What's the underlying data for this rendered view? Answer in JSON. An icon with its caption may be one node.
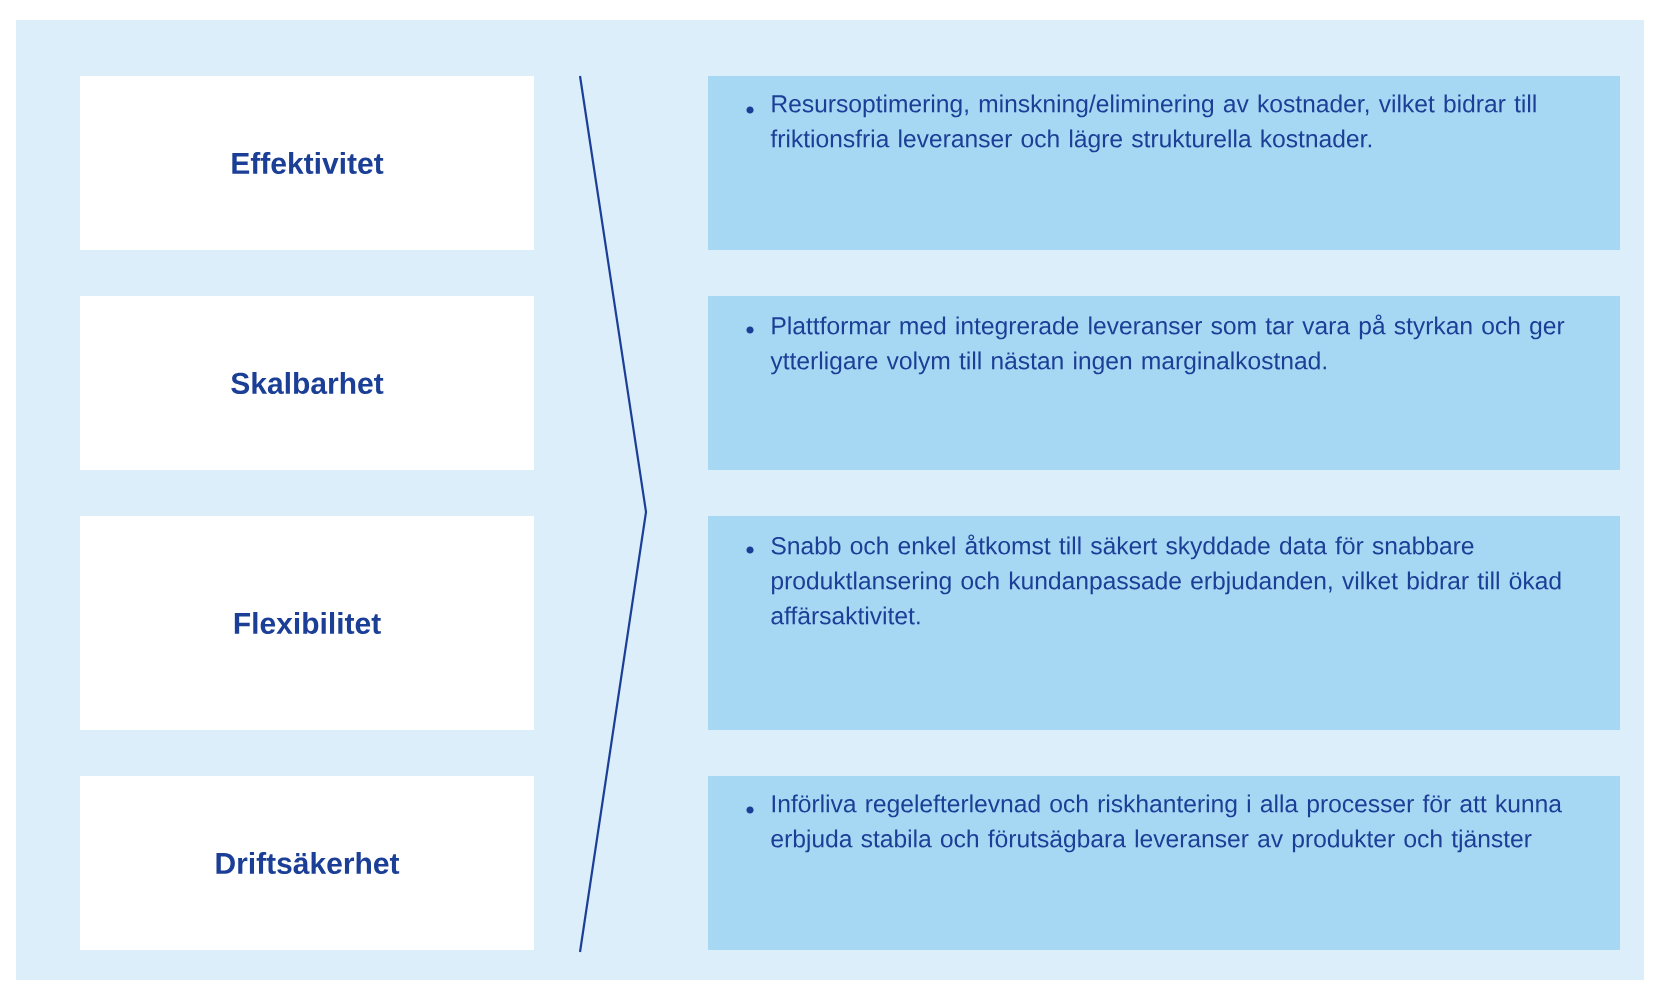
{
  "diagram": {
    "nodes": [
      {
        "text": [
          "Effektivitet"
        ]
      },
      {
        "text": [
          "Resursoptimering, minskning/eliminering av kostnader, vilket bidrar till friktionsfria leveranser och lägre strukturella kostnader."
        ]
      },
      {
        "text": [
          "Skalbarhet"
        ]
      },
      {
        "text": [
          "Plattformar med integrerade leveranser som tar vara på styrkan och ger ytterligare volym till nästan ingen marginalkostnad."
        ]
      },
      {
        "text": [
          "Flexibilitet"
        ]
      },
      {
        "text": [
          "Snabb och enkel åtkomst till säkert skyddade data för snabbare produktlansering och kundanpassade erbjudanden, vilket bidrar till ökad affärsaktivitet."
        ]
      },
      {
        "text": [
          "Driftsäkerhet"
        ]
      },
      {
        "text": [
          "Införliva regelefterlevnad och riskhantering i alla processer för att kunna erbjuda stabila och förutsägbara leveranser av produkter och tjänster"
        ]
      }
    ]
  }
}
